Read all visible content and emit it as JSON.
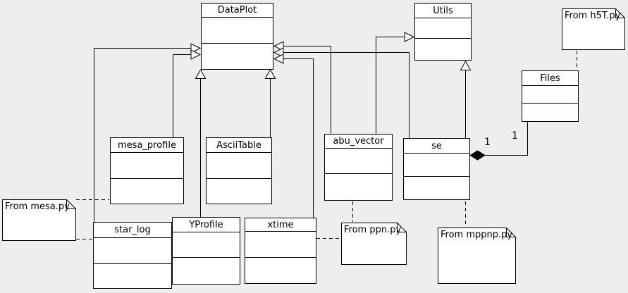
{
  "classes": {
    "dataplot": {
      "name": "DataPlot"
    },
    "utils": {
      "name": "Utils"
    },
    "files": {
      "name": "Files"
    },
    "mesa_profile": {
      "name": "mesa_profile"
    },
    "asciitable": {
      "name": "AsciiTable"
    },
    "abu_vector": {
      "name": "abu_vector"
    },
    "se": {
      "name": "se"
    },
    "star_log": {
      "name": "star_log"
    },
    "yprofile": {
      "name": "YProfile"
    },
    "xtime": {
      "name": "xtime"
    }
  },
  "notes": {
    "h5t": {
      "text": "From h5T.py"
    },
    "mesa": {
      "text": "From mesa.py"
    },
    "ppn": {
      "text": "From ppn.py"
    },
    "mppnp": {
      "text": "From mppnp.py"
    }
  },
  "relationships": {
    "composition_se_files": {
      "se_multiplicity": "1",
      "files_multiplicity": "1"
    }
  },
  "colors": {
    "background": "#eeeeee",
    "box_fill": "#ffffff",
    "line": "#000000"
  }
}
